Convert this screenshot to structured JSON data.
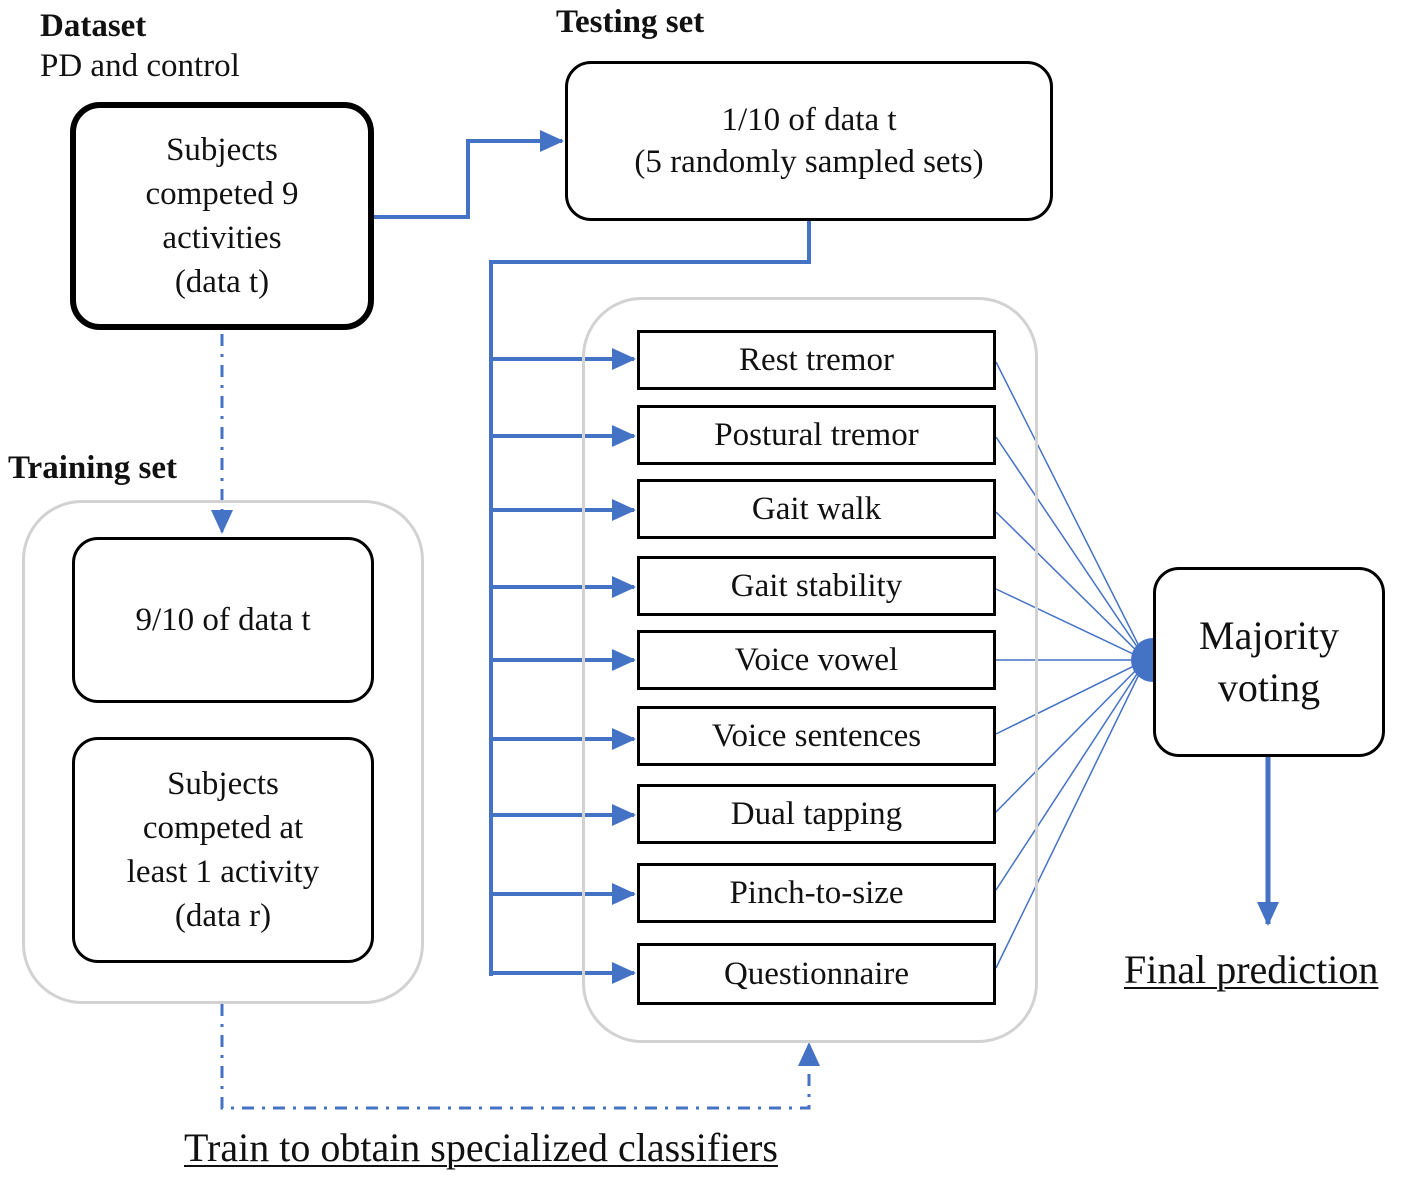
{
  "dataset": {
    "title": "Dataset",
    "subtitle": "PD and control",
    "box_lines": [
      "Subjects",
      "competed 9",
      "activities",
      "(data t)"
    ]
  },
  "testing": {
    "title": "Testing set",
    "box_lines": [
      "1/10 of data t",
      "(5 randomly sampled sets)"
    ]
  },
  "training": {
    "title": "Training set",
    "box1": "9/10 of data t",
    "box2_lines": [
      "Subjects",
      "competed at",
      "least 1 activity",
      "(data r)"
    ]
  },
  "activities": [
    "Rest tremor",
    "Postural tremor",
    "Gait walk",
    "Gait stability",
    "Voice vowel",
    "Voice sentences",
    "Dual tapping",
    "Pinch-to-size",
    "Questionnaire"
  ],
  "voting": {
    "lines": [
      "Majority",
      "voting"
    ]
  },
  "final_label": "Final prediction",
  "train_label": "Train to obtain specialized classifiers",
  "colors": {
    "arrow": "#4472c4",
    "group_border": "#d2d2d2",
    "box_border": "#000000"
  }
}
